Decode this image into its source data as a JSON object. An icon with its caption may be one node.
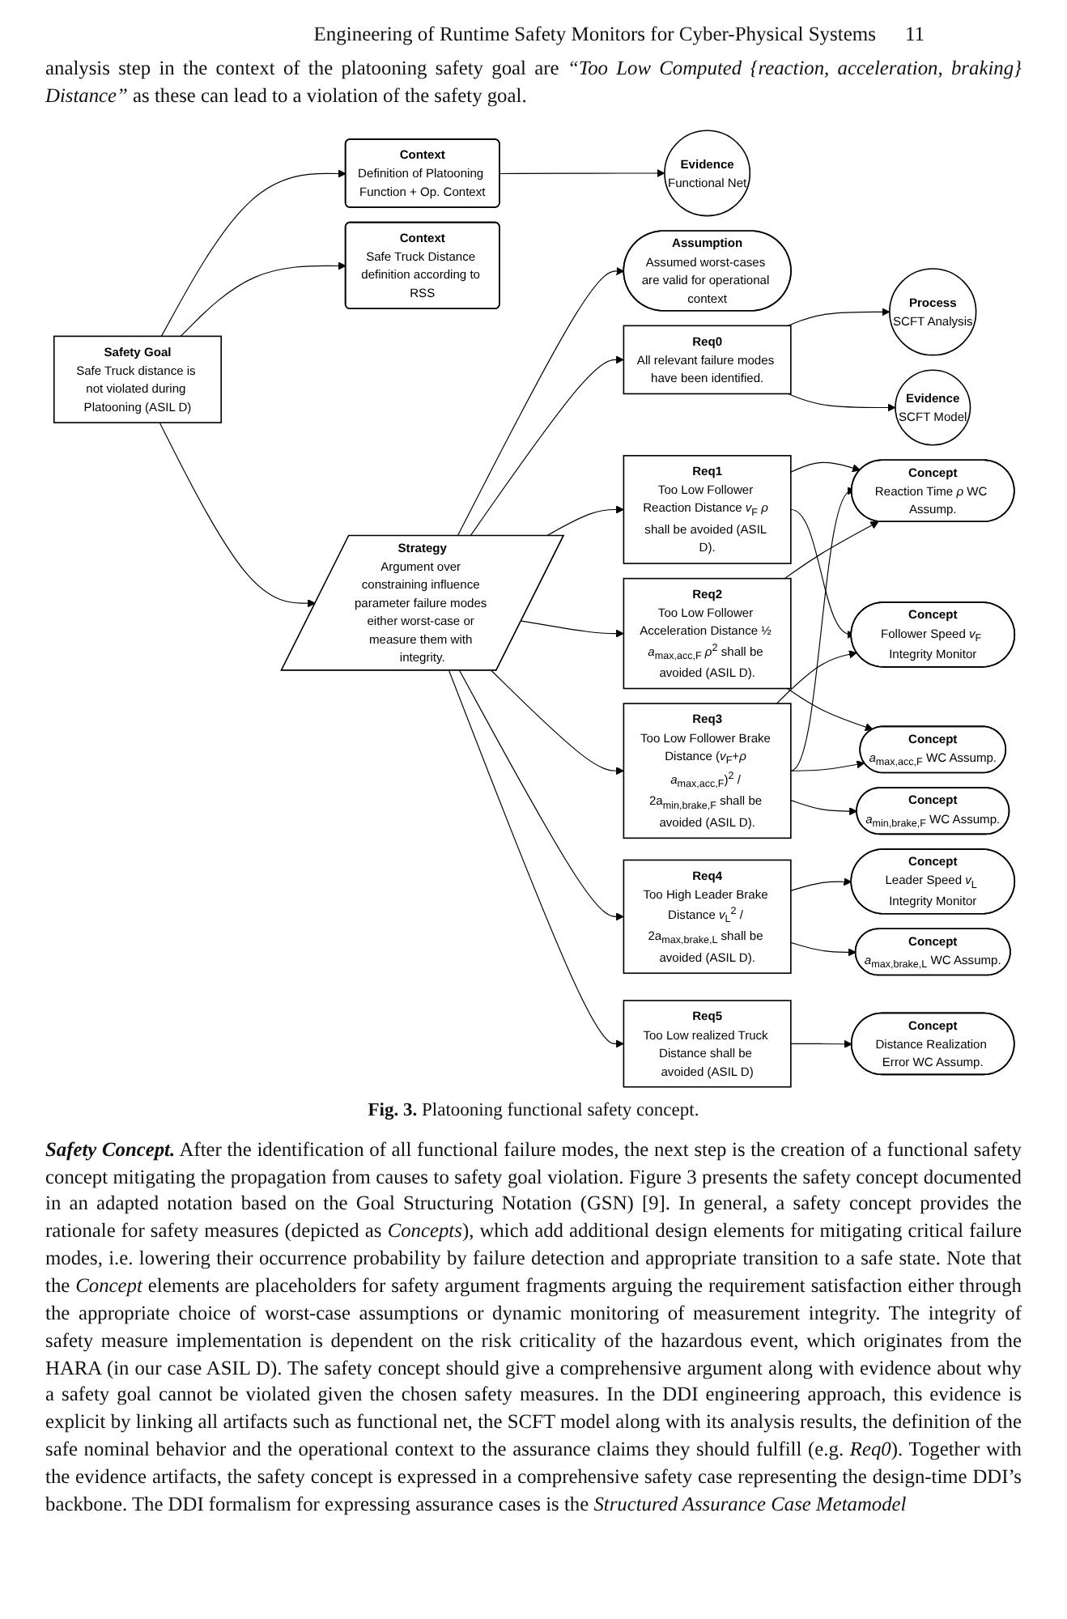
{
  "diagram": {
    "caption": "**Fig. 3.** Platooning functional safety concept.",
    "nodes": [
      {
        "text": [
          "Context",
          "Definition of Platooning Function + Op. Context"
        ]
      },
      {
        "text": [
          "Safety Goal",
          "Safe Truck distance is not violated during Platooning (ASIL D)"
        ]
      },
      {
        "text": [
          "Context",
          "Safe Truck Distance definition according to RSS"
        ]
      },
      {
        "text": [
          "Evidence",
          "Functional Net"
        ]
      },
      {
        "text": [
          "Process",
          "SCFT Analysis"
        ]
      },
      {
        "text": [
          "Strategy",
          "Argument over constraining influence parameter failure modes either worst-case or measure them with integrity."
        ]
      },
      {
        "text": [
          "Assumption",
          "Assumed worst-cases are valid for operational context"
        ]
      },
      {
        "text": [
          "Req0",
          "All relevant failure modes have been identified."
        ]
      },
      {
        "text": [
          "Evidence",
          "SCFT Model"
        ]
      },
      {
        "text": [
          "Req1",
          "Too Low Follower Reaction Distance *v*$_{F}$ *ρ* shall be avoided (ASIL D)."
        ]
      },
      {
        "text": [
          "Req2",
          "Too Low Follower Acceleration Distance ½ *a*$_{max,acc,F}$ *ρ*$^{2}$ shall be avoided (ASIL D)."
        ]
      },
      {
        "text": [
          "Req3",
          "Too Low Follower Brake Distance (*v*$_{F}$+*ρ* *a*$_{max,acc,F}$)$^{2}$ / 2a$_{min,brake,F}$ shall be avoided (ASIL D)."
        ]
      },
      {
        "text": [
          "Req4",
          "Too High Leader Brake Distance *v*$_{L}$$^{2}$ / 2a$_{max,brake,L}$ shall be avoided (ASIL D)."
        ]
      },
      {
        "text": [
          "Concept",
          "Reaction Time *ρ* WC Assump."
        ]
      },
      {
        "text": [
          "Concept",
          "*a*$_{max,acc,F}$ WC Assump."
        ]
      },
      {
        "text": [
          "Concept",
          "Leader Speed *v*$_{L}$ Integrity Monitor"
        ]
      },
      {
        "text": [
          "Concept",
          "*a*$_{max,brake,L}$ WC Assump."
        ]
      },
      {
        "text": [
          "Concept",
          "*a*$_{min,brake,F}$ WC Assump."
        ]
      },
      {
        "text": [
          "Concept",
          "Follower Speed *v*$_{F}$ Integrity Monitor"
        ]
      },
      {
        "text": [
          "Concept",
          "Distance Realization Error WC Assump."
        ]
      },
      {
        "text": [
          "Req5",
          "Too Low realized Truck Distance shall be avoided (ASIL D)"
        ]
      }
    ],
    "edges": [
      {
        "from": 1,
        "to": 0,
        "arrow": "to"
      },
      {
        "from": 1,
        "to": 2,
        "arrow": "to"
      },
      {
        "from": 0,
        "to": 3,
        "arrow": "to"
      },
      {
        "from": 1,
        "to": 5,
        "arrow": "to"
      },
      {
        "from": 5,
        "to": 6,
        "arrow": "to"
      },
      {
        "from": 5,
        "to": 7,
        "arrow": "to"
      },
      {
        "from": 7,
        "to": 4,
        "arrow": "to"
      },
      {
        "from": 7,
        "to": 8,
        "arrow": "to"
      },
      {
        "from": 5,
        "to": 9,
        "arrow": "to"
      },
      {
        "from": 5,
        "to": 10,
        "arrow": "to"
      },
      {
        "from": 5,
        "to": 11,
        "arrow": "to"
      },
      {
        "from": 5,
        "to": 12,
        "arrow": "to"
      },
      {
        "from": 5,
        "to": 20,
        "arrow": "to"
      },
      {
        "from": 9,
        "to": 13,
        "arrow": "to"
      },
      {
        "from": 9,
        "to": 18,
        "arrow": "to"
      },
      {
        "from": 10,
        "to": 13,
        "arrow": "to"
      },
      {
        "from": 10,
        "to": 14,
        "arrow": "to"
      },
      {
        "from": 11,
        "to": 13,
        "arrow": "to"
      },
      {
        "from": 11,
        "to": 14,
        "arrow": "to"
      },
      {
        "from": 11,
        "to": 17,
        "arrow": "to"
      },
      {
        "from": 11,
        "to": 18,
        "arrow": "to"
      },
      {
        "from": 12,
        "to": 15,
        "arrow": "to"
      },
      {
        "from": 12,
        "to": 16,
        "arrow": "to"
      },
      {
        "from": 20,
        "to": 19,
        "arrow": "to"
      }
    ],
    "labels": [
      "Engineering of Runtime Safety Monitors for Cyber-Physical Systems",
      "11",
      "analysis step in the context of the platooning safety goal are *“Too Low Computed {reaction, acceleration, braking} Distance”* as these can lead to a violation of the safety goal.",
      "**Safety Concept.** After the identification of all functional failure modes, the next step is the creation of a functional safety concept mitigating the propagation from causes to safety goal violation. Figure 3 presents the safety concept documented in an adapted notation based on the Goal Structuring Notation (GSN) [9]. In general, a safety concept provides the rationale for safety measures (depicted as *Concepts*), which add additional design elements for mitigating critical failure modes, i.e. lowering their occurrence probability by failure detection and appropriate transition to a safe state. Note that the *Concept* elements are placeholders for safety argument fragments arguing the requirement satisfaction either through the appropriate choice of worst-case assumptions or dynamic monitoring of measurement integrity. The integrity of safety measure implementation is dependent on the risk criticality of the hazardous event, which originates from the HARA (in our case ASIL D). The safety concept should give a comprehensive argument along with evidence about why a safety goal cannot be violated given the chosen safety measures. In the DDI engineering approach, this evidence is explicit by linking all artifacts such as functional net, the SCFT model along with its analysis results, the definition of the safe nominal behavior and the operational context to the assurance claims they should fulfill (e.g. *Req0*). Together with the evidence artifacts, the safety concept is expressed in a comprehensive safety case representing the design-time DDI’s backbone. The DDI formalism for expressing assurance cases is the *Structured Assurance Case Metamodel*"
    ]
  }
}
